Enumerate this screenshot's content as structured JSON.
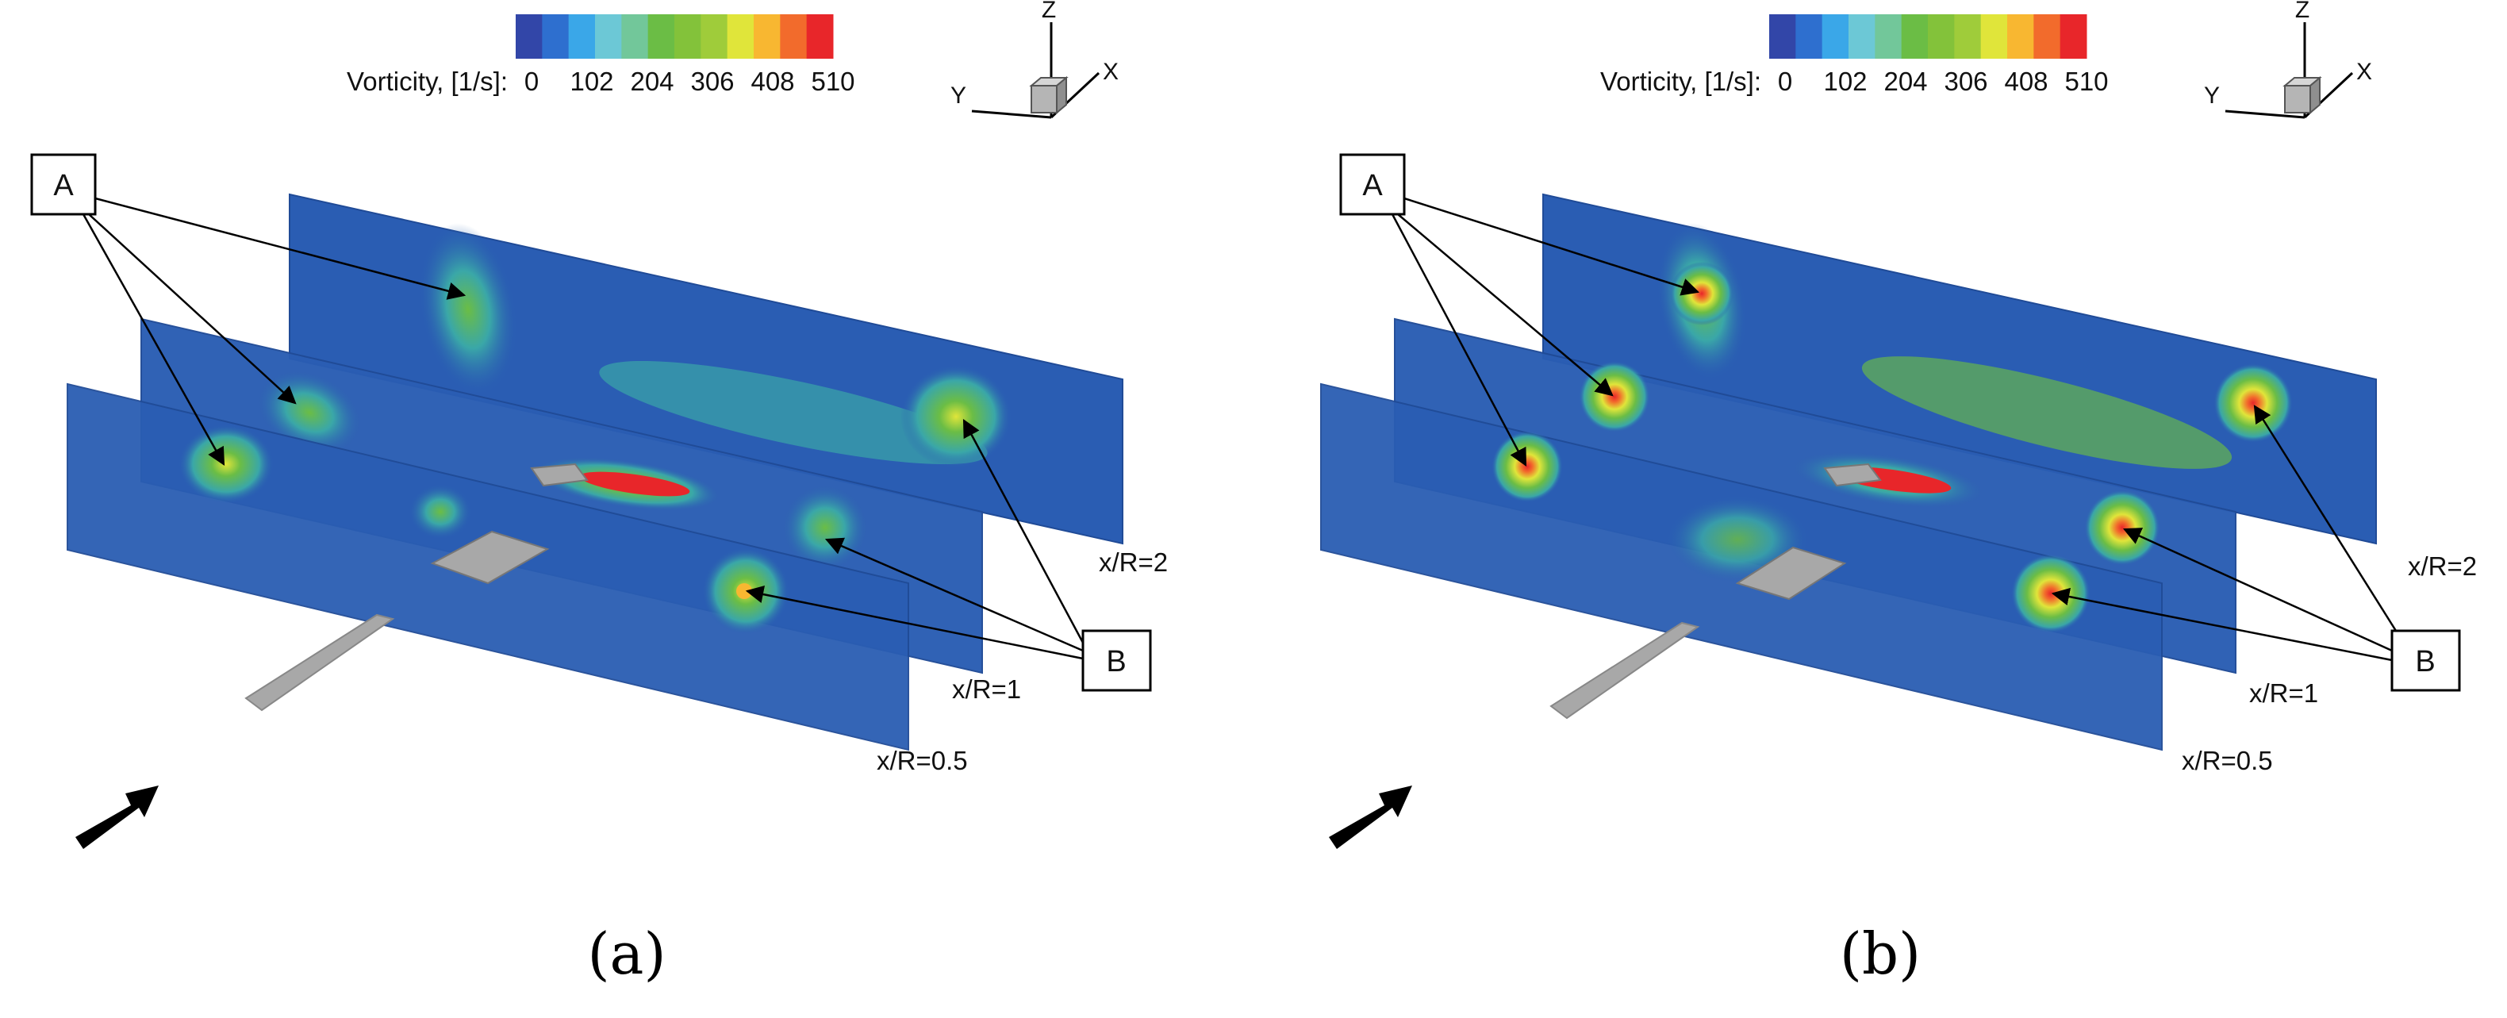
{
  "colorbar": {
    "label": "Vorticity, [1/s]:",
    "ticks": [
      "0",
      "102",
      "204",
      "306",
      "408",
      "510"
    ],
    "colors": [
      "#3246a8",
      "#2e6fcf",
      "#3aa7e8",
      "#6cc8d6",
      "#72c79a",
      "#6bbd45",
      "#83c23a",
      "#9fcc3a",
      "#e0e53a",
      "#f8b731",
      "#f26b2c",
      "#e8262a"
    ]
  },
  "axes": {
    "z": "Z",
    "y": "Y",
    "x": "X"
  },
  "plane_labels": [
    "x/R=2",
    "x/R=1",
    "x/R=0.5"
  ],
  "callouts": {
    "a": "A",
    "b": "B"
  },
  "panels": [
    {
      "caption": "(a)"
    },
    {
      "caption": "(b)"
    }
  ],
  "colors": {
    "plane": "#2a5db3",
    "plane_edge": "#204b97",
    "plate": "#a8a8a8"
  }
}
